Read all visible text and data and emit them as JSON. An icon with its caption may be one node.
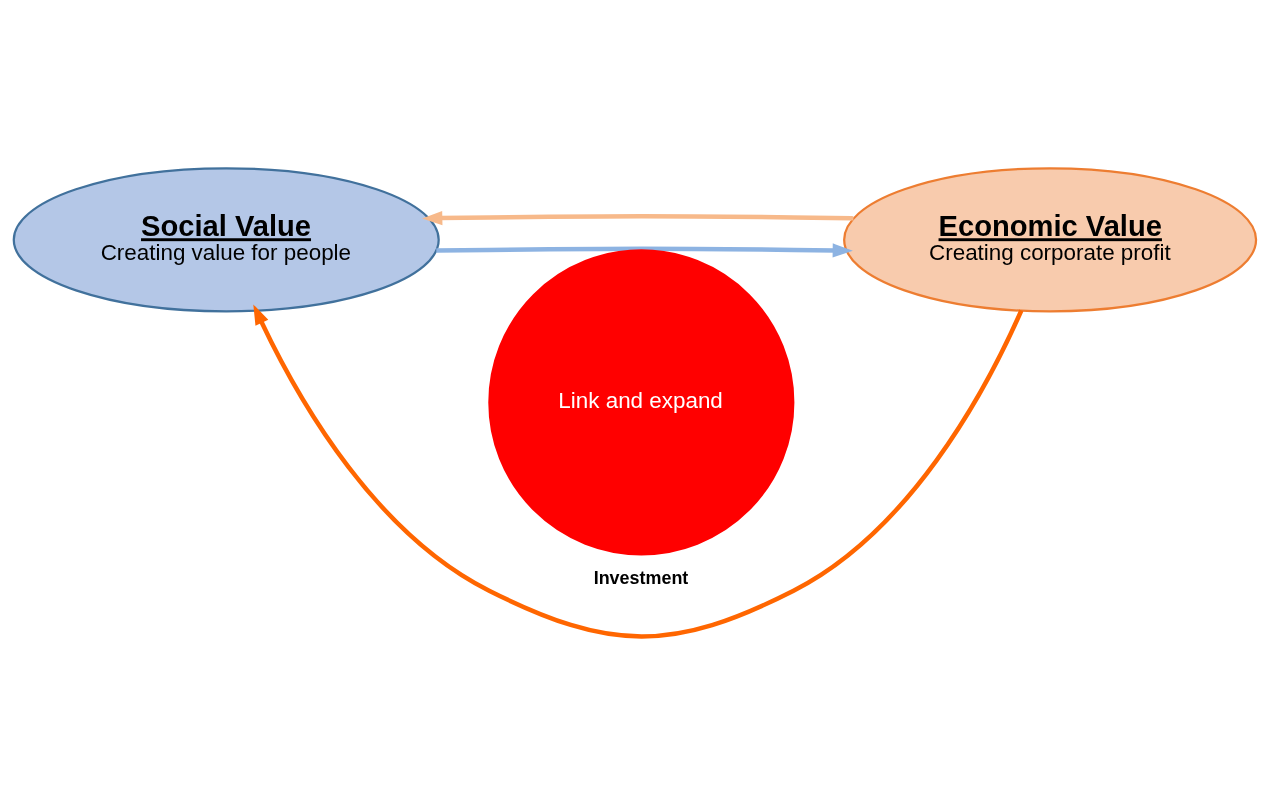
{
  "diagram": {
    "nodes": [
      {
        "text": [
          "Social Value",
          "Creating value for people"
        ]
      },
      {
        "text": [
          "Economic Value",
          "Creating corporate profit"
        ]
      },
      {
        "text": [
          "Link and expand"
        ]
      }
    ],
    "edges": [
      {
        "from": 0,
        "to": 1,
        "arrow": "to",
        "color": "#8db3e2"
      },
      {
        "from": 1,
        "to": 0,
        "arrow": "to",
        "color": "#f7b98a"
      },
      {
        "from": 1,
        "to": 0,
        "arrow": "to",
        "label": "Investment",
        "color": "#ff6600"
      }
    ]
  }
}
